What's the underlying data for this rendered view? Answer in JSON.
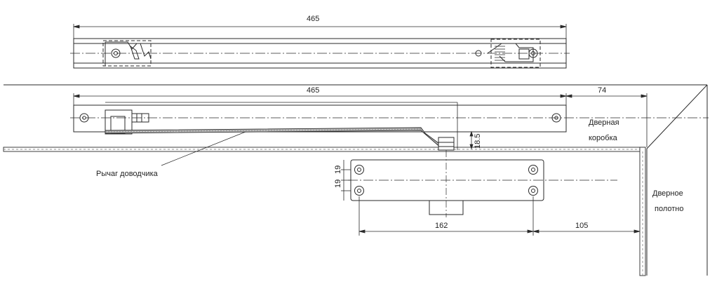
{
  "dimensions": {
    "top_rail_length": "465",
    "middle_rail_length": "465",
    "frame_offset": "74",
    "arm_height": "18.5",
    "mount_spacing_a": "19",
    "mount_spacing_b": "19",
    "body_length": "162",
    "body_to_door_edge": "105"
  },
  "labels": {
    "frame_line1": "Дверная",
    "frame_line2": "коробка",
    "lever": "Рычаг доводчика",
    "door_line1": "Дверное",
    "door_line2": "полотно"
  },
  "colors": {
    "line": "#2a2a2a",
    "hidden": "#555555",
    "hatch": "#6e6e6e"
  }
}
